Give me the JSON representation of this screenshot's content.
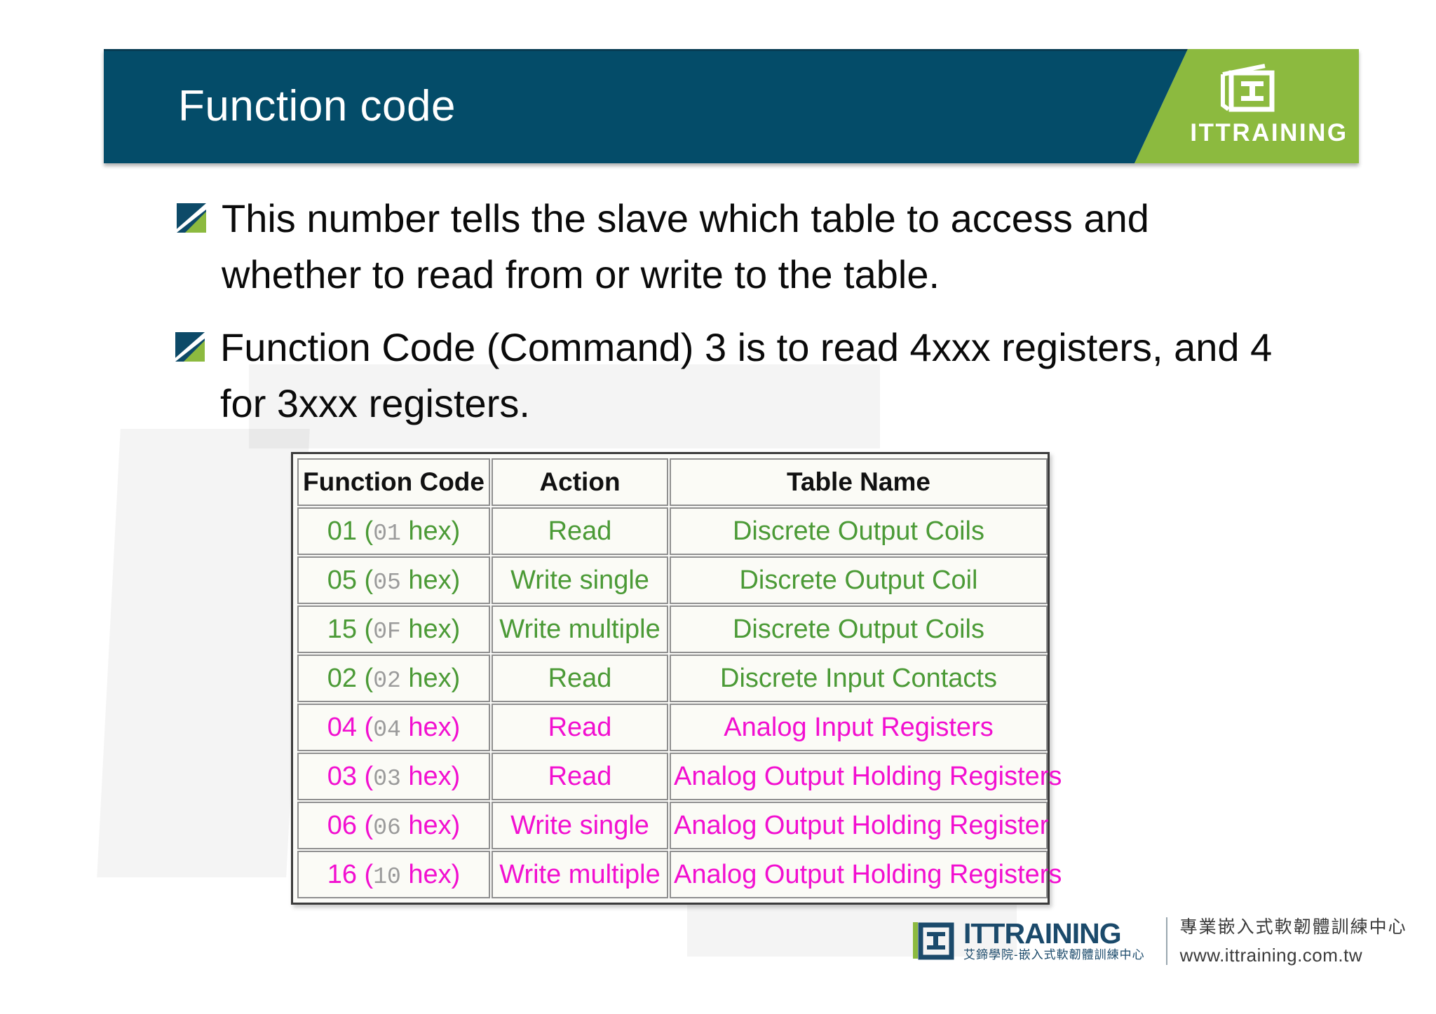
{
  "slide": {
    "title": "Function code",
    "brand_name": "ITTRAINING",
    "brand_mark_icon": "ittraining-book-logo-icon"
  },
  "bullets": [
    {
      "marker_icon": "square-diagonal-bullet-icon",
      "text": "This number tells the slave which table to access and whether to read from or write to the table."
    },
    {
      "marker_icon": "square-diagonal-bullet-icon",
      "text": "Function Code (Command) 3 is to read 4xxx registers, and  4 for 3xxx registers."
    }
  ],
  "table": {
    "headers": [
      "Function Code",
      "Action",
      "Table Name"
    ],
    "rows": [
      {
        "color": "green",
        "code": "01",
        "hex": "01",
        "hex_suffix": "hex",
        "action": "Read",
        "name": "Discrete Output Coils"
      },
      {
        "color": "green",
        "code": "05",
        "hex": "05",
        "hex_suffix": "hex",
        "action": "Write single",
        "name": "Discrete Output Coil"
      },
      {
        "color": "green",
        "code": "15",
        "hex": "0F",
        "hex_suffix": "hex",
        "action": "Write multiple",
        "name": "Discrete Output Coils"
      },
      {
        "color": "green",
        "code": "02",
        "hex": "02",
        "hex_suffix": "hex",
        "action": "Read",
        "name": "Discrete Input Contacts"
      },
      {
        "color": "pink",
        "code": "04",
        "hex": "04",
        "hex_suffix": "hex",
        "action": "Read",
        "name": "Analog Input Registers"
      },
      {
        "color": "pink",
        "code": "03",
        "hex": "03",
        "hex_suffix": "hex",
        "action": "Read",
        "name": "Analog Output Holding Registers"
      },
      {
        "color": "pink",
        "code": "06",
        "hex": "06",
        "hex_suffix": "hex",
        "action": "Write single",
        "name": "Analog Output Holding Register"
      },
      {
        "color": "pink",
        "code": "16",
        "hex": "10",
        "hex_suffix": "hex",
        "action": "Write multiple",
        "name": "Analog Output Holding Registers"
      }
    ]
  },
  "footer": {
    "mark_icon": "ittraining-footer-logo-icon",
    "word": "ITTRAINING",
    "sub_cn": "艾鍗學院-嵌入式軟韌體訓練中心",
    "tagline_cn": "專業嵌入式軟韌體訓練中心",
    "url": "www.ittraining.com.tw"
  },
  "colors": {
    "navy": "#044c69",
    "green_brand": "#8cba3f",
    "table_green": "#4b9a36",
    "table_pink": "#f20fd0",
    "hex_gray": "#9b9b9b"
  }
}
